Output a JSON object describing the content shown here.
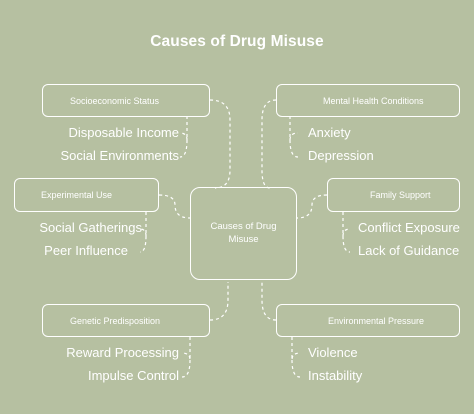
{
  "title": "Causes of Drug Misuse",
  "center": {
    "line1": "Causes of Drug",
    "line2": "Misuse"
  },
  "branches": {
    "socioeconomic": {
      "label": "Socioeconomic Status",
      "leaves": [
        "Disposable Income",
        "Social Environments"
      ]
    },
    "mental_health": {
      "label": "Mental Health Conditions",
      "leaves": [
        "Anxiety",
        "Depression"
      ]
    },
    "experimental": {
      "label": "Experimental Use",
      "leaves": [
        "Social Gatherings",
        "Peer Influence"
      ]
    },
    "family": {
      "label": "Family Support",
      "leaves": [
        "Conflict Exposure",
        "Lack of Guidance"
      ]
    },
    "genetic": {
      "label": "Genetic Predisposition",
      "leaves": [
        "Reward Processing",
        "Impulse Control"
      ]
    },
    "environmental": {
      "label": "Environmental Pressure",
      "leaves": [
        "Violence",
        "Instability"
      ]
    }
  },
  "colors": {
    "background": "#b6c0a1",
    "foreground": "#ffffff"
  }
}
